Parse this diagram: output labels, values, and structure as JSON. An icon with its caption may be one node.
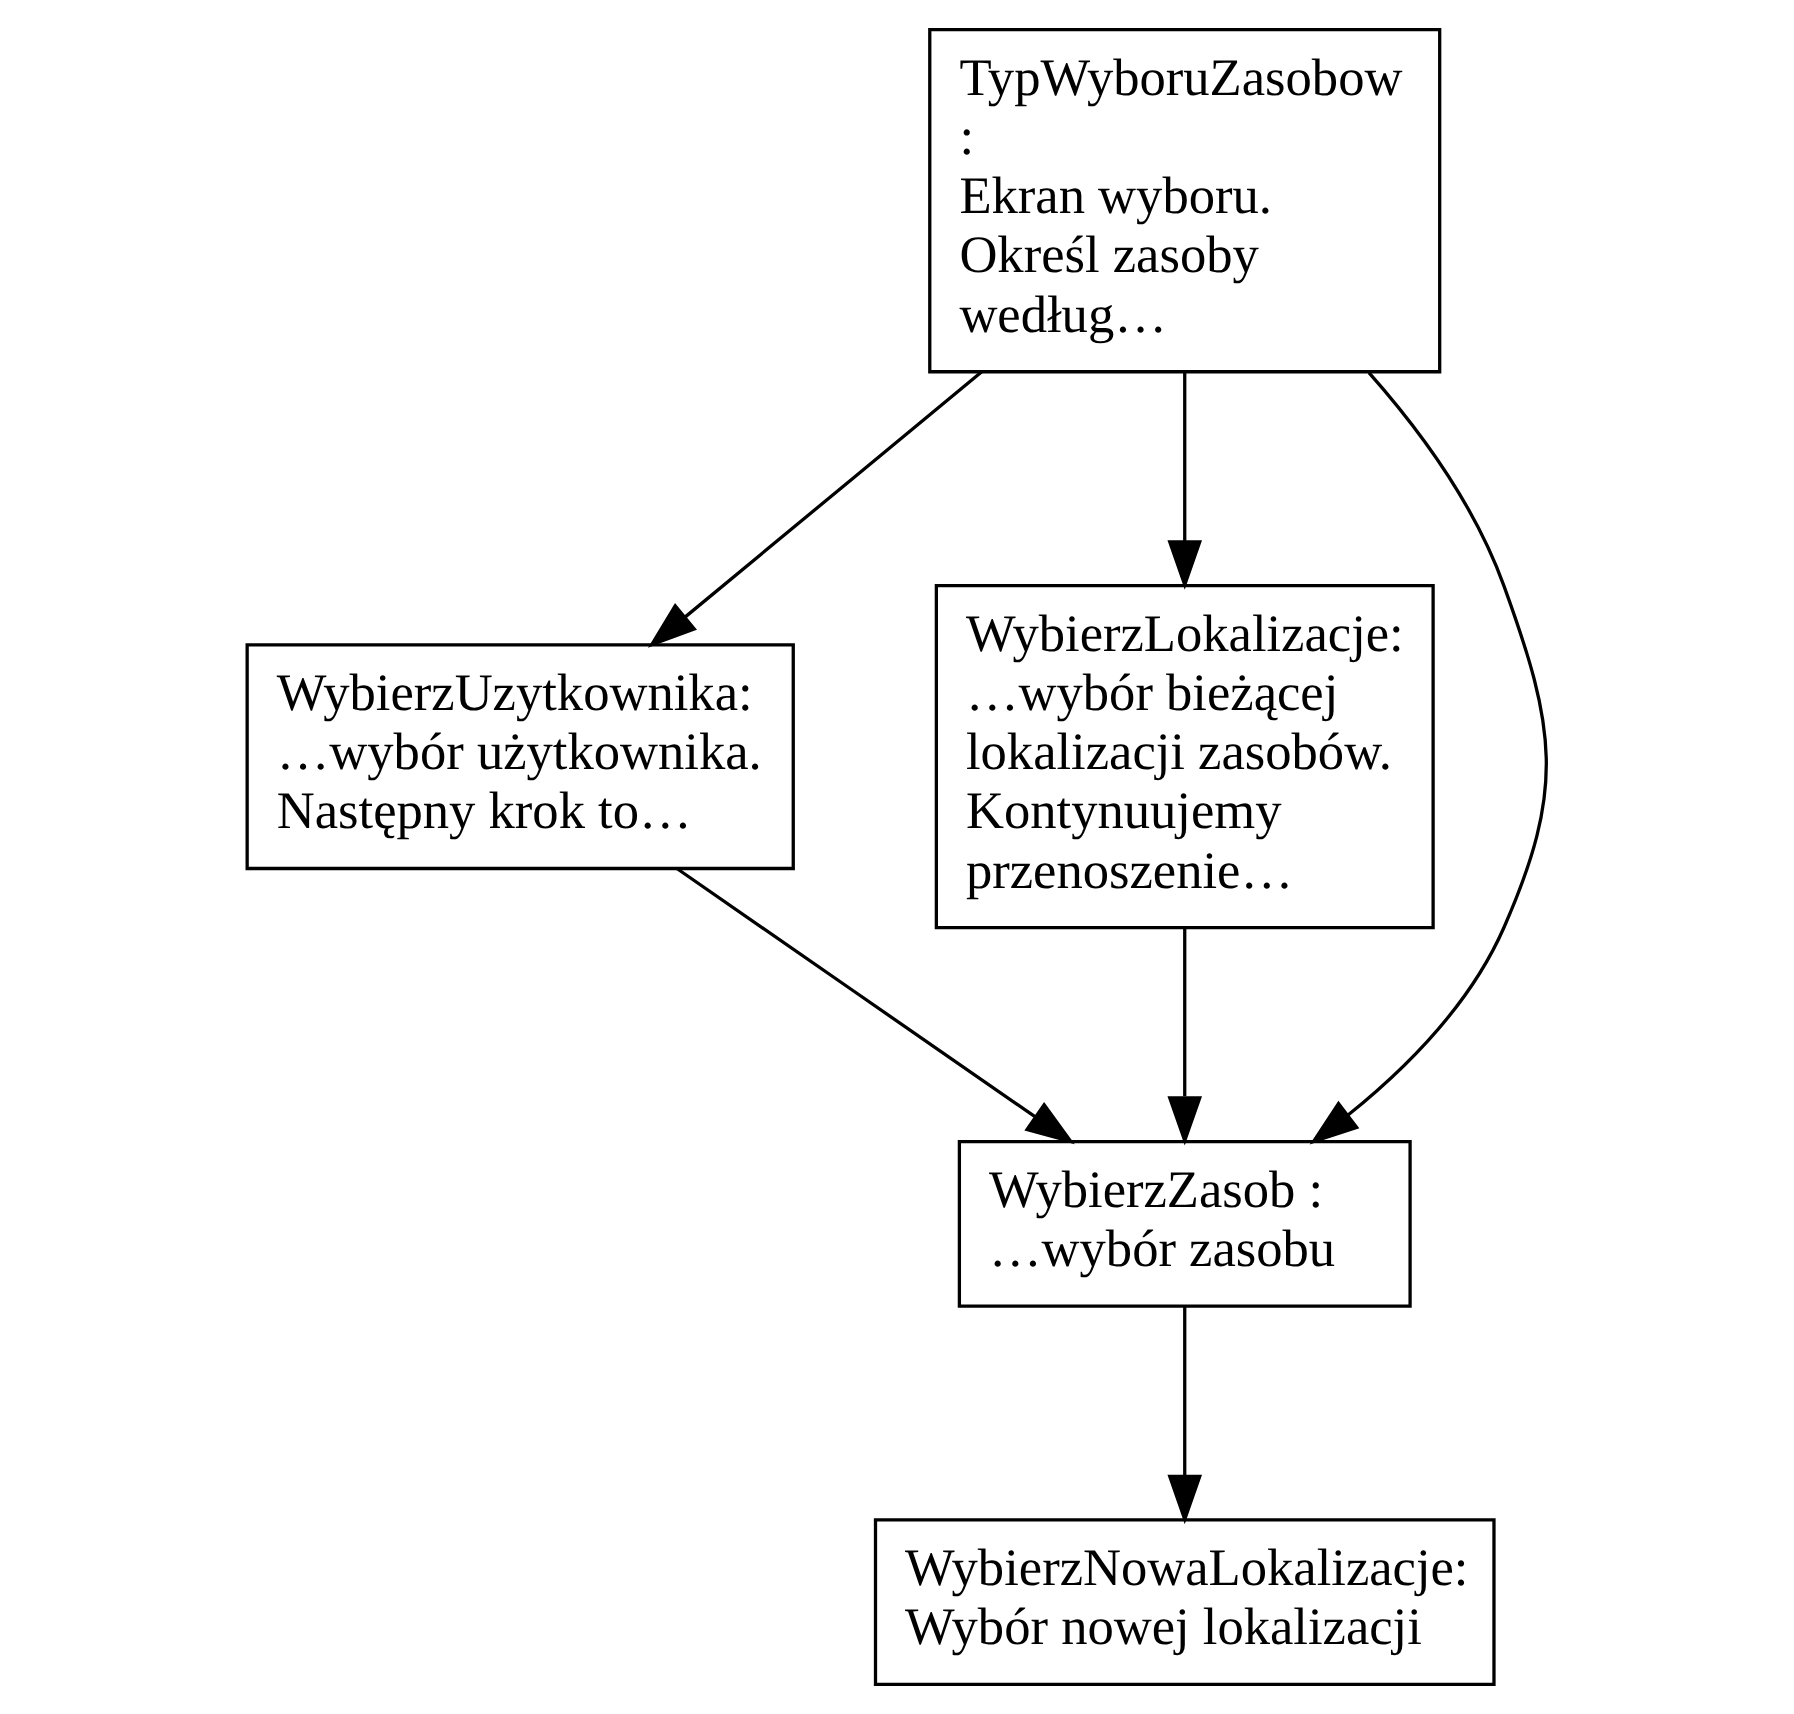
{
  "diagram": {
    "nodes": [
      {
        "text": [
          "TypWyboruZasobow:",
          "Ekran wyboru. Określ zasoby według…"
        ]
      },
      {
        "text": [
          "WybierzUzytkownika:",
          "…wybór użytkownika. Następny krok to…"
        ]
      },
      {
        "text": [
          "WybierzLokalizacje:",
          "…wybór bieżącej lokalizacji zasobów. Kontynuujemy przenoszenie…"
        ]
      },
      {
        "text": [
          "WybierzZasob :",
          "…wybór zasobu"
        ]
      },
      {
        "text": [
          "WybierzNowaLokalizacje:",
          "Wybór nowej lokalizacji"
        ]
      }
    ],
    "edges": [
      {
        "from": 0,
        "to": 1,
        "arrow": "to"
      },
      {
        "from": 0,
        "to": 3,
        "arrow": "to"
      },
      {
        "from": 0,
        "to": 2,
        "arrow": "to"
      },
      {
        "from": 1,
        "to": 3,
        "arrow": "to"
      },
      {
        "from": 2,
        "to": 3,
        "arrow": "to"
      },
      {
        "from": 3,
        "to": 4,
        "arrow": "to"
      }
    ]
  }
}
